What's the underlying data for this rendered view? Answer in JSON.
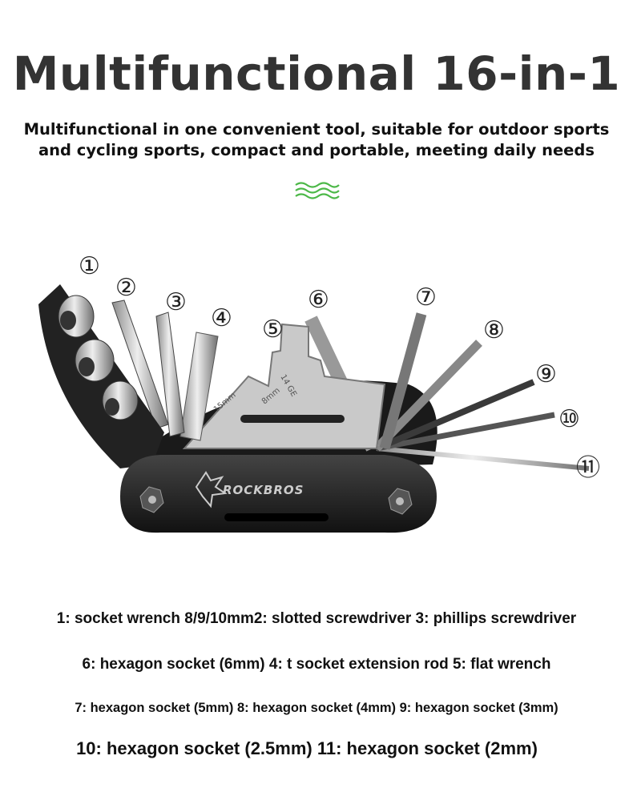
{
  "title": "Multifunctional 16-in-1",
  "subtitle": [
    "Multifunctional in one convenient tool, suitable for outdoor sports",
    "and cycling sports, compact and portable, meeting daily needs"
  ],
  "accent_color": "#4cb848",
  "product": {
    "brand_logo": "ROCKBROS",
    "wrench_marks": [
      "15mm",
      "8mm",
      "14 GE"
    ],
    "callouts": [
      "①",
      "②",
      "③",
      "④",
      "⑤",
      "⑥",
      "⑦",
      "⑧",
      "⑨",
      "⑩",
      "⑪"
    ]
  },
  "captions": [
    "1: socket wrench 8/9/10mm2: slotted screwdriver 3: phillips screwdriver",
    "6: hexagon socket (6mm) 4: t socket extension rod 5: flat wrench",
    "7: hexagon socket (5mm) 8: hexagon socket (4mm) 9: hexagon socket (3mm)",
    "10: hexagon socket (2.5mm) 11: hexagon socket (2mm)"
  ]
}
